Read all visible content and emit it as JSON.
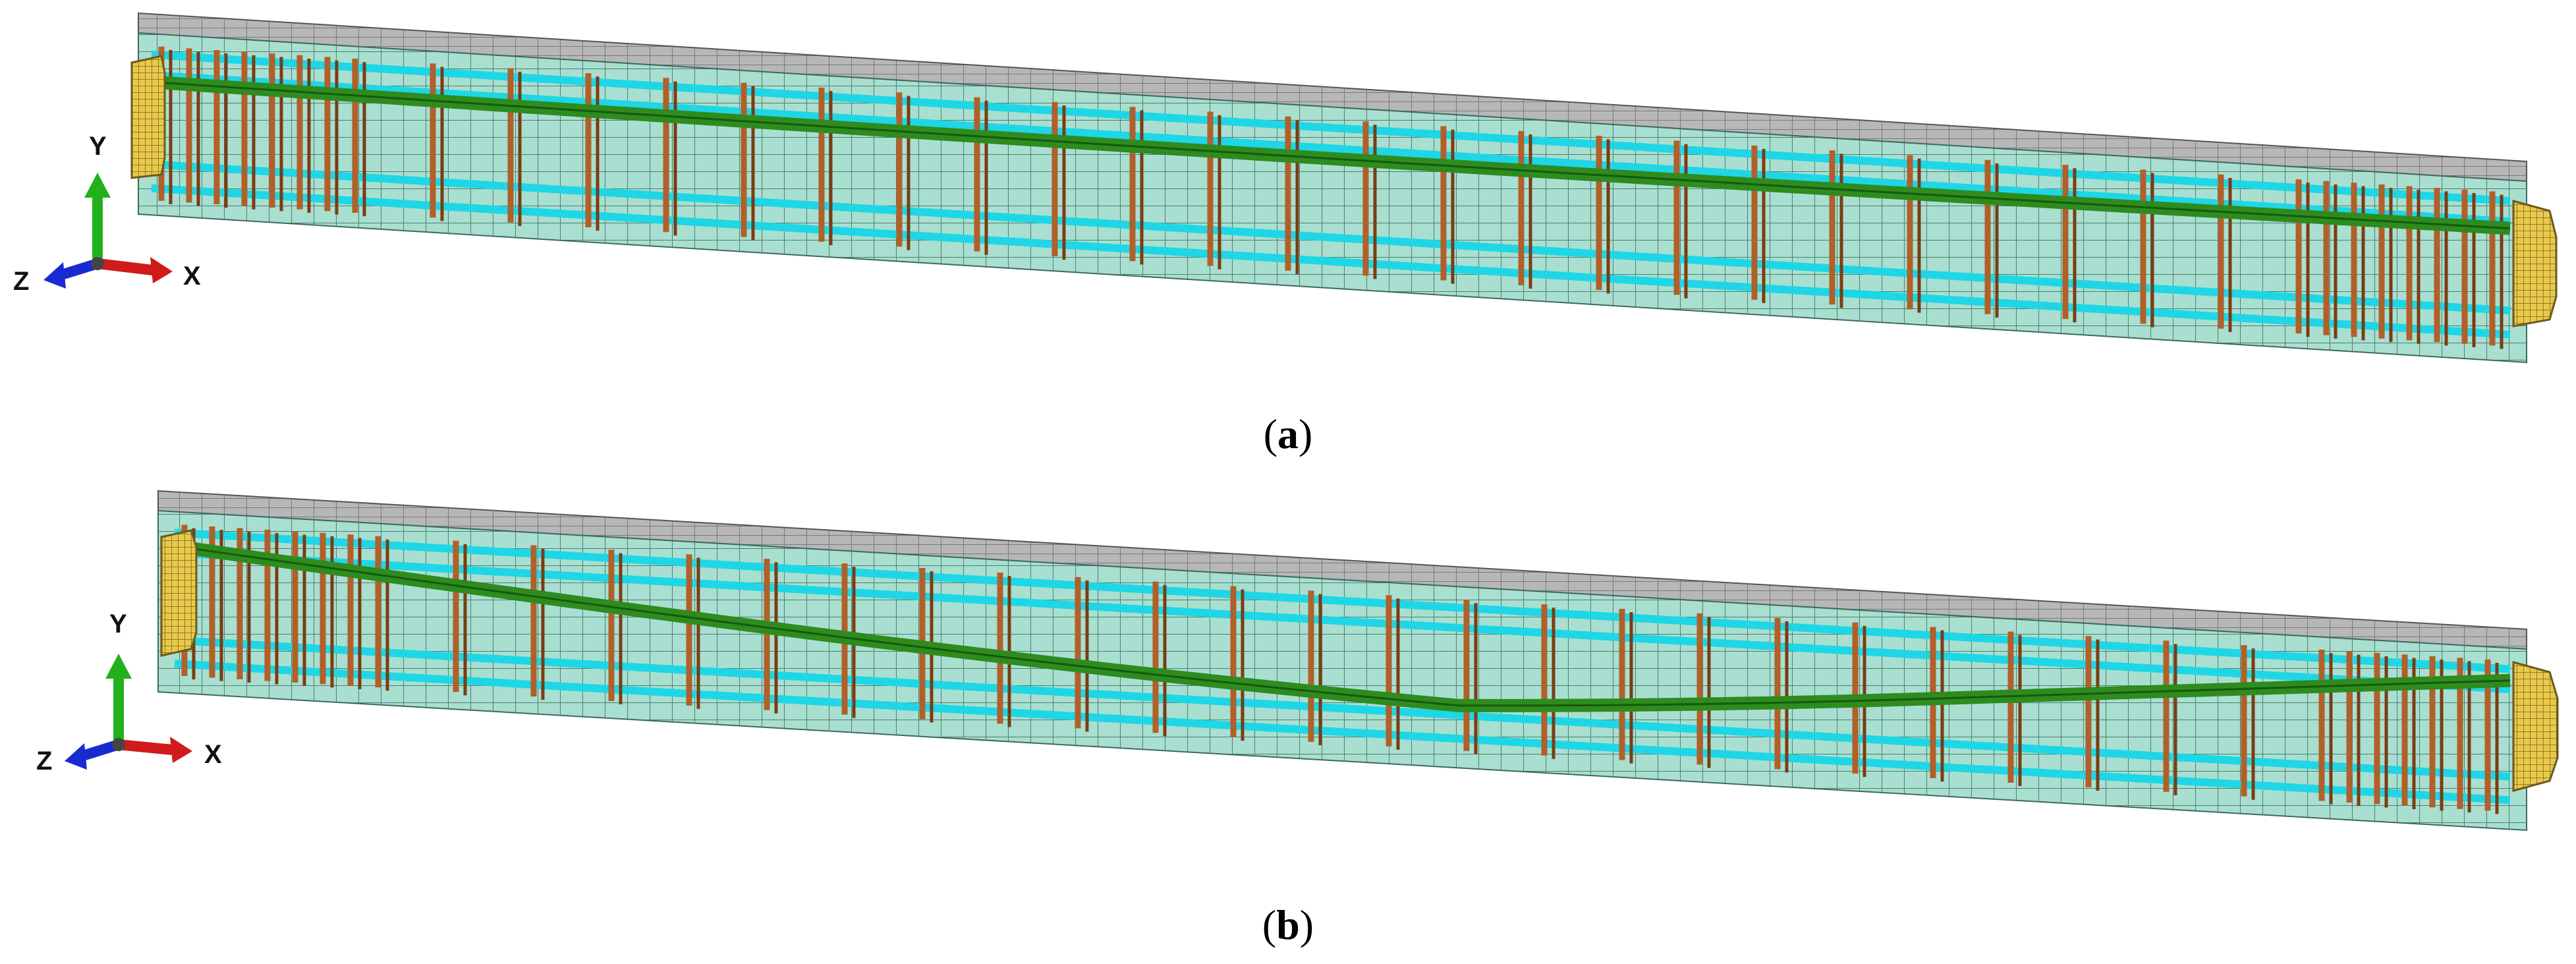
{
  "figure": {
    "panels": [
      {
        "id": "a",
        "caption_label": "a",
        "tendon_profile": "straight",
        "triad": {
          "y_label": "Y",
          "x_label": "X",
          "z_label": "Z"
        }
      },
      {
        "id": "b",
        "caption_label": "b",
        "tendon_profile": "draped",
        "triad": {
          "y_label": "Y",
          "x_label": "X",
          "z_label": "Z"
        }
      }
    ],
    "colors": {
      "concrete_mesh": "#a9dfd0",
      "concrete_top": "#b7b7b7",
      "mesh_lines": "#4c7f70",
      "longitudinal_bars": "#1fd6e6",
      "stirrups": "#b0602a",
      "tendon": "#2e8b1e",
      "anchor_plate": "#e8c94a",
      "axis_x": "#d11a1a",
      "axis_y": "#22b11c",
      "axis_z": "#1a2ad1"
    }
  }
}
